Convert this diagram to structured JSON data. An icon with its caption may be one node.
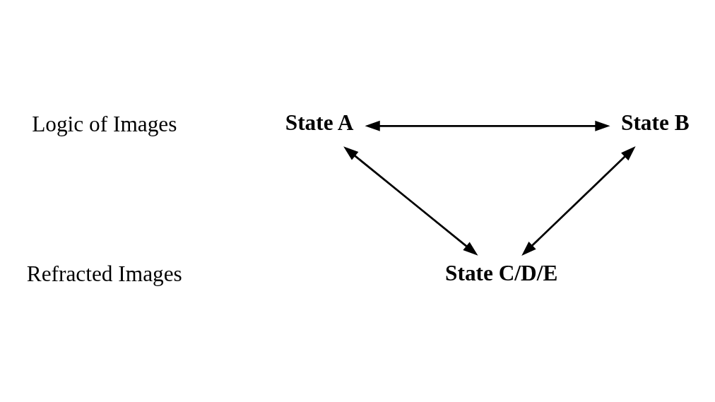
{
  "diagram": {
    "nodes": [
      {
        "text": [
          "State A"
        ]
      },
      {
        "text": [
          "State B"
        ]
      },
      {
        "text": [
          "State C/D/E"
        ]
      }
    ],
    "edges": [
      {
        "from": 0,
        "to": 1,
        "arrow": "both"
      },
      {
        "from": 0,
        "to": 2,
        "arrow": "both"
      },
      {
        "from": 1,
        "to": 2,
        "arrow": "both"
      }
    ],
    "labels": [
      "Logic of Images",
      "Refracted Images"
    ]
  }
}
